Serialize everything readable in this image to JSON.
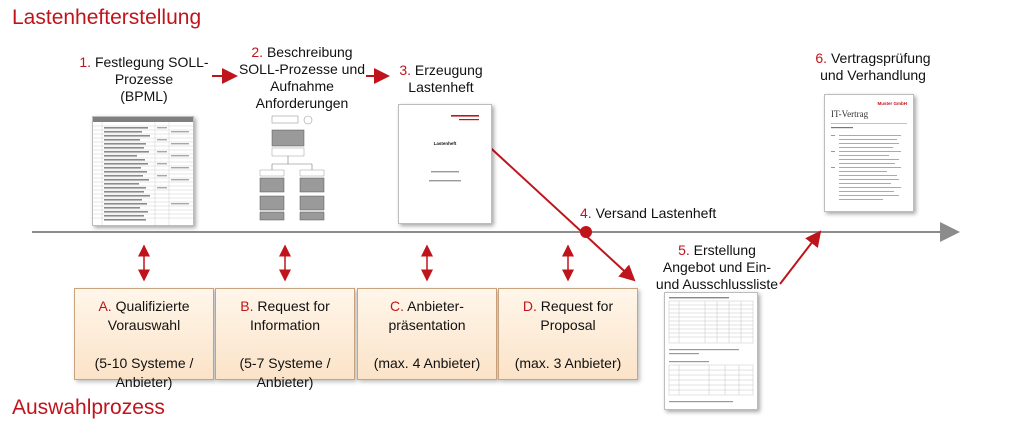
{
  "title_top": "Lastenhefterstellung",
  "title_bottom": "Auswahlprozess",
  "steps": [
    {
      "num": "1.",
      "lines": [
        "Festlegung SOLL-",
        "Prozesse",
        "(BPML)"
      ]
    },
    {
      "num": "2.",
      "lines": [
        "Beschreibung",
        "SOLL-Prozesse und",
        "Aufnahme",
        "Anforderungen"
      ]
    },
    {
      "num": "3.",
      "lines": [
        "Erzeugung",
        "Lastenheft"
      ]
    },
    {
      "num": "4.",
      "lines": [
        "Versand Lastenheft"
      ]
    },
    {
      "num": "5.",
      "lines": [
        "Erstellung",
        "Angebot und Ein-",
        "und Ausschlussliste"
      ]
    },
    {
      "num": "6.",
      "lines": [
        "Vertragsprüfung",
        "und Verhandlung"
      ]
    }
  ],
  "boxes": [
    {
      "letter": "A.",
      "lines": [
        "Qualifizierte",
        "Vorauswahl"
      ],
      "sub": [
        "(5-10 Systeme /",
        "Anbieter)"
      ]
    },
    {
      "letter": "B.",
      "lines": [
        "Request for",
        "Information"
      ],
      "sub": [
        "(5-7 Systeme /",
        "Anbieter)"
      ]
    },
    {
      "letter": "C.",
      "lines": [
        "Anbieter-",
        "präsentation"
      ],
      "sub": [
        "(max. 4 Anbieter)"
      ]
    },
    {
      "letter": "D.",
      "lines": [
        "Request for",
        "Proposal"
      ],
      "sub": [
        "(max. 3 Anbieter)"
      ]
    }
  ],
  "docs": {
    "lastenheft_title": "Lastenheft",
    "contract_company": "Muster GmbH",
    "contract_title": "IT-Vertrag"
  },
  "colors": {
    "accent": "#c0141c",
    "timeline": "#8c8c8c",
    "box_border": "#c9a27e"
  }
}
